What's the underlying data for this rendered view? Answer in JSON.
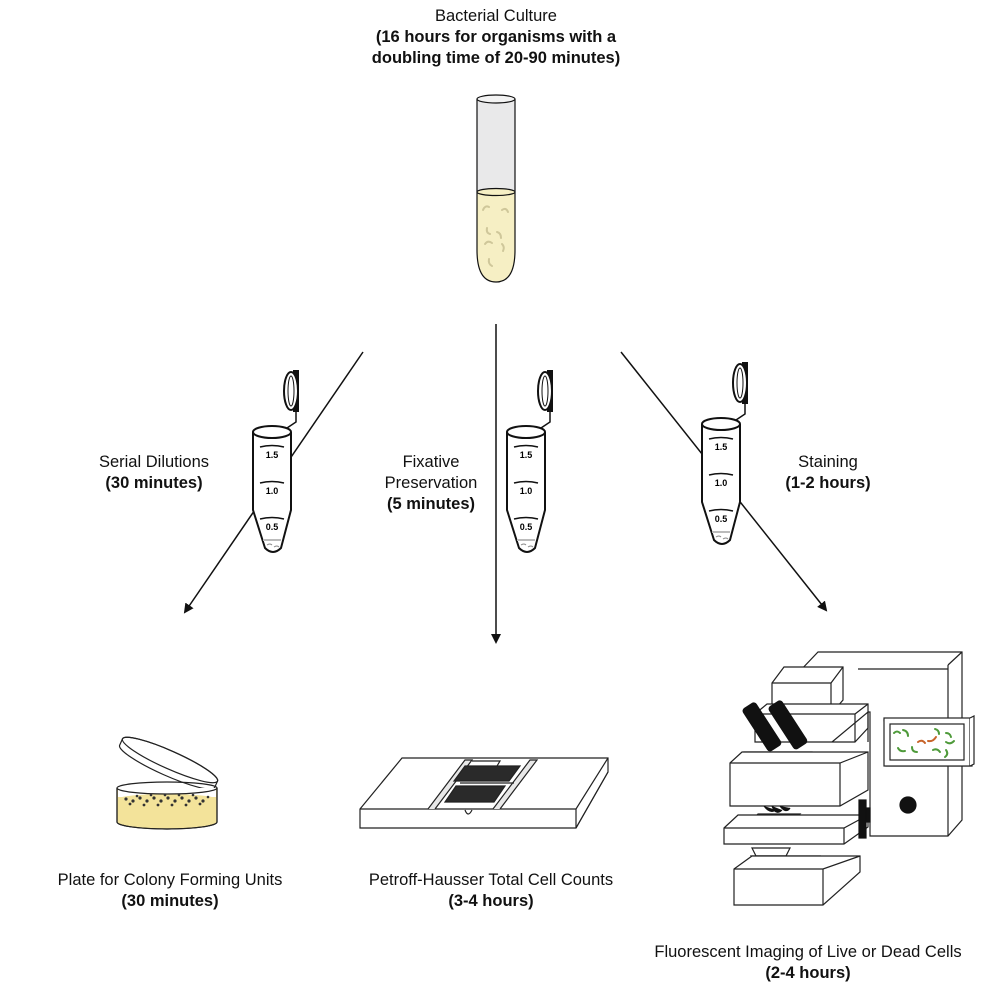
{
  "title": {
    "name": "Bacterial Culture",
    "detail_line1": "(16 hours for organisms with a",
    "detail_line2": "doubling time of 20-90 minutes)"
  },
  "branches": [
    {
      "step": "Serial Dilutions",
      "duration": "(30 minutes)"
    },
    {
      "step_line1": "Fixative",
      "step_line2": "Preservation",
      "duration": "(5 minutes)"
    },
    {
      "step": "Staining",
      "duration": "(1-2 hours)"
    }
  ],
  "outcomes": [
    {
      "label": "Plate for Colony Forming Units",
      "duration": "(30 minutes)"
    },
    {
      "label": "Petroff-Hausser Total Cell Counts",
      "duration": "(3-4 hours)"
    },
    {
      "label": "Fluorescent Imaging of Live or Dead Cells",
      "duration": "(2-4 hours)"
    }
  ],
  "tube_graduations": [
    "1.5",
    "1.0",
    "0.5"
  ],
  "colors": {
    "culture_fill": "#f6efc4",
    "agar_fill": "#f3e39a",
    "live_cells": "#4e9a3a",
    "dead_cells": "#c8642a",
    "ink": "#111111"
  }
}
